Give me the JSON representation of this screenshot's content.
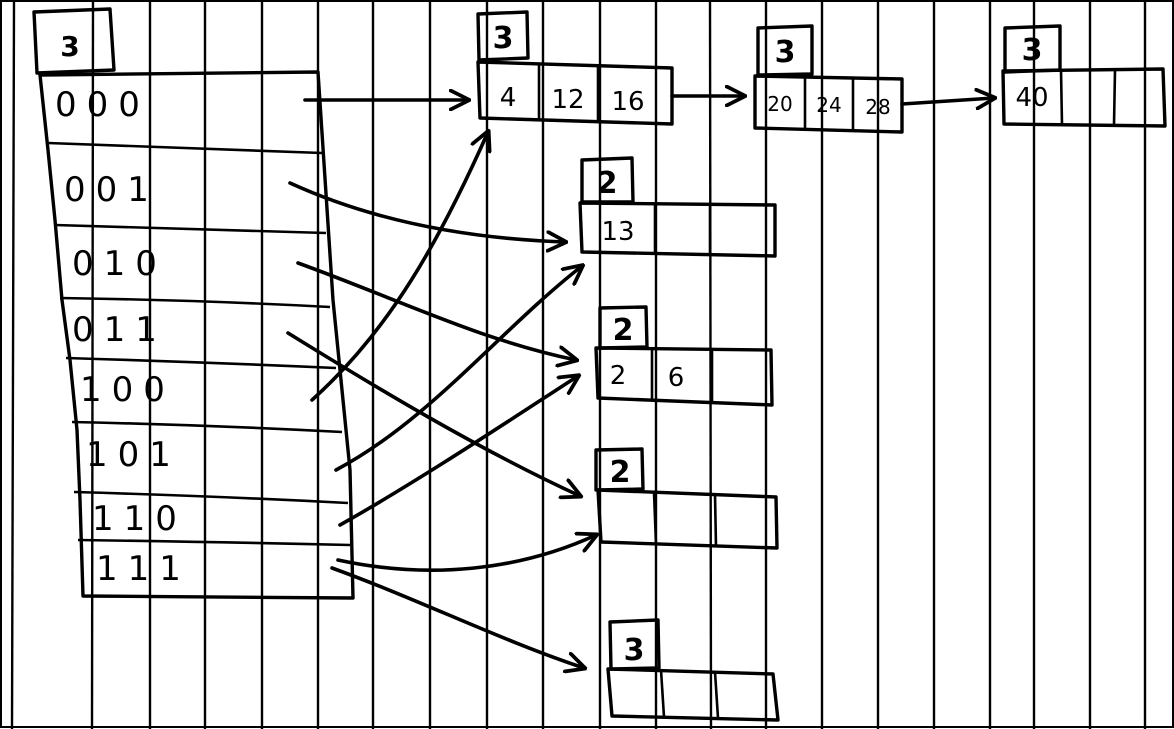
{
  "directory": {
    "global_depth": "3",
    "entries": [
      "000",
      "001",
      "010",
      "011",
      "100",
      "101",
      "110",
      "111"
    ]
  },
  "buckets": [
    {
      "local_depth": "3",
      "slots": [
        "4",
        "12",
        "16"
      ]
    },
    {
      "local_depth": "3",
      "slots": [
        "20",
        "24",
        "28"
      ]
    },
    {
      "local_depth": "3",
      "slots": [
        "40",
        "",
        ""
      ]
    },
    {
      "local_depth": "2",
      "slots": [
        "13",
        "",
        ""
      ]
    },
    {
      "local_depth": "2",
      "slots": [
        "2",
        "6",
        ""
      ]
    },
    {
      "local_depth": "2",
      "slots": [
        "",
        "",
        ""
      ]
    },
    {
      "local_depth": "3",
      "slots": [
        "",
        "",
        ""
      ]
    }
  ]
}
